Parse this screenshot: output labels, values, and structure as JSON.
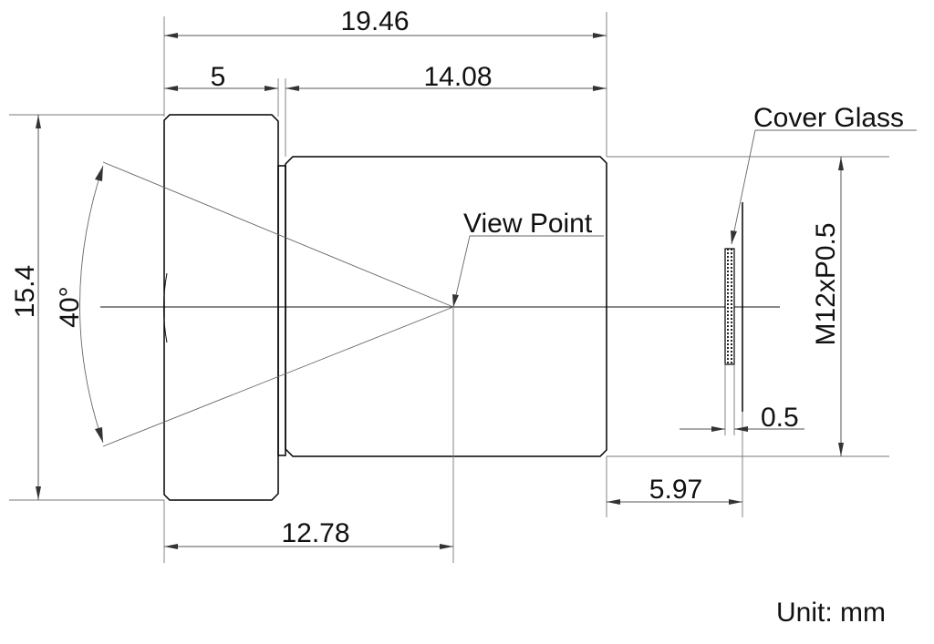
{
  "title": "",
  "dimensions": {
    "overall_length": "19.46",
    "flange_width": "5",
    "barrel_length": "14.08",
    "outer_diameter": "15.4",
    "field_of_view": "40°",
    "view_point_distance": "12.78",
    "back_focal": "5.97",
    "cover_glass_thickness": "0.5",
    "thread": "M12xP0.5"
  },
  "labels": {
    "view_point": "View Point",
    "cover_glass": "Cover Glass",
    "unit": "Unit: mm"
  }
}
